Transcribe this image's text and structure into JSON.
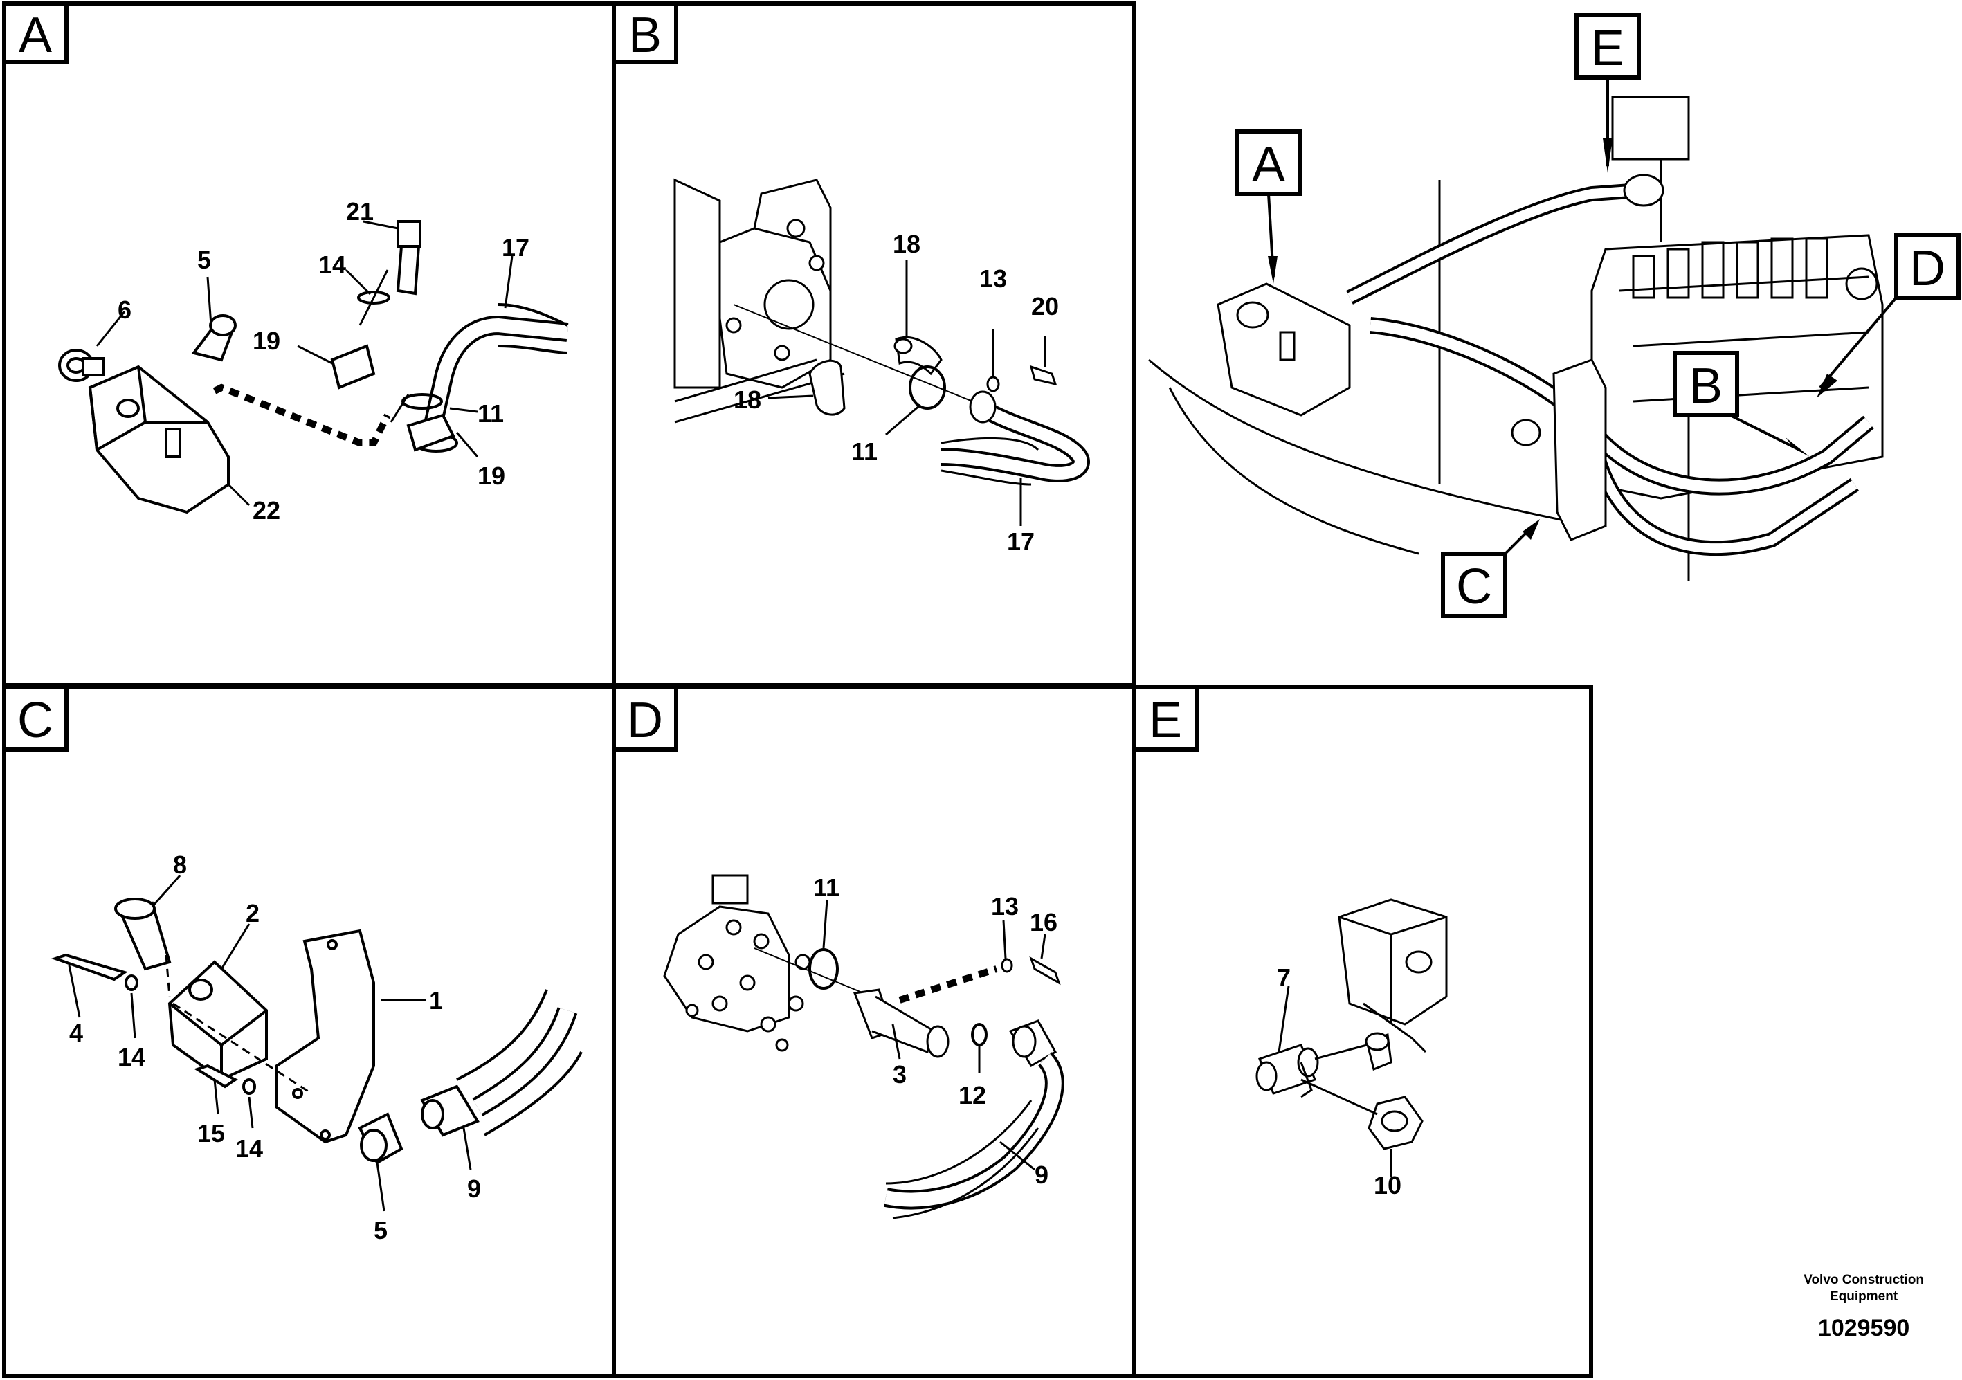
{
  "panels": {
    "A": {
      "tag": "A",
      "labels": [
        "21",
        "14",
        "17",
        "5",
        "6",
        "19",
        "11",
        "19",
        "22"
      ]
    },
    "B": {
      "tag": "B",
      "labels": [
        "18",
        "13",
        "20",
        "18",
        "11",
        "17"
      ]
    },
    "C": {
      "tag": "C",
      "labels": [
        "8",
        "2",
        "1",
        "4",
        "14",
        "15",
        "14",
        "5",
        "9"
      ]
    },
    "D": {
      "tag": "D",
      "labels": [
        "11",
        "13",
        "16",
        "3",
        "12",
        "9"
      ]
    },
    "E": {
      "tag": "E",
      "labels": [
        "7",
        "10"
      ]
    },
    "overview": {
      "tags": [
        "E",
        "A",
        "D",
        "B",
        "C"
      ]
    }
  },
  "footer": {
    "brand_line1": "Volvo Construction",
    "brand_line2": "Equipment",
    "drawing_number": "1029590"
  }
}
